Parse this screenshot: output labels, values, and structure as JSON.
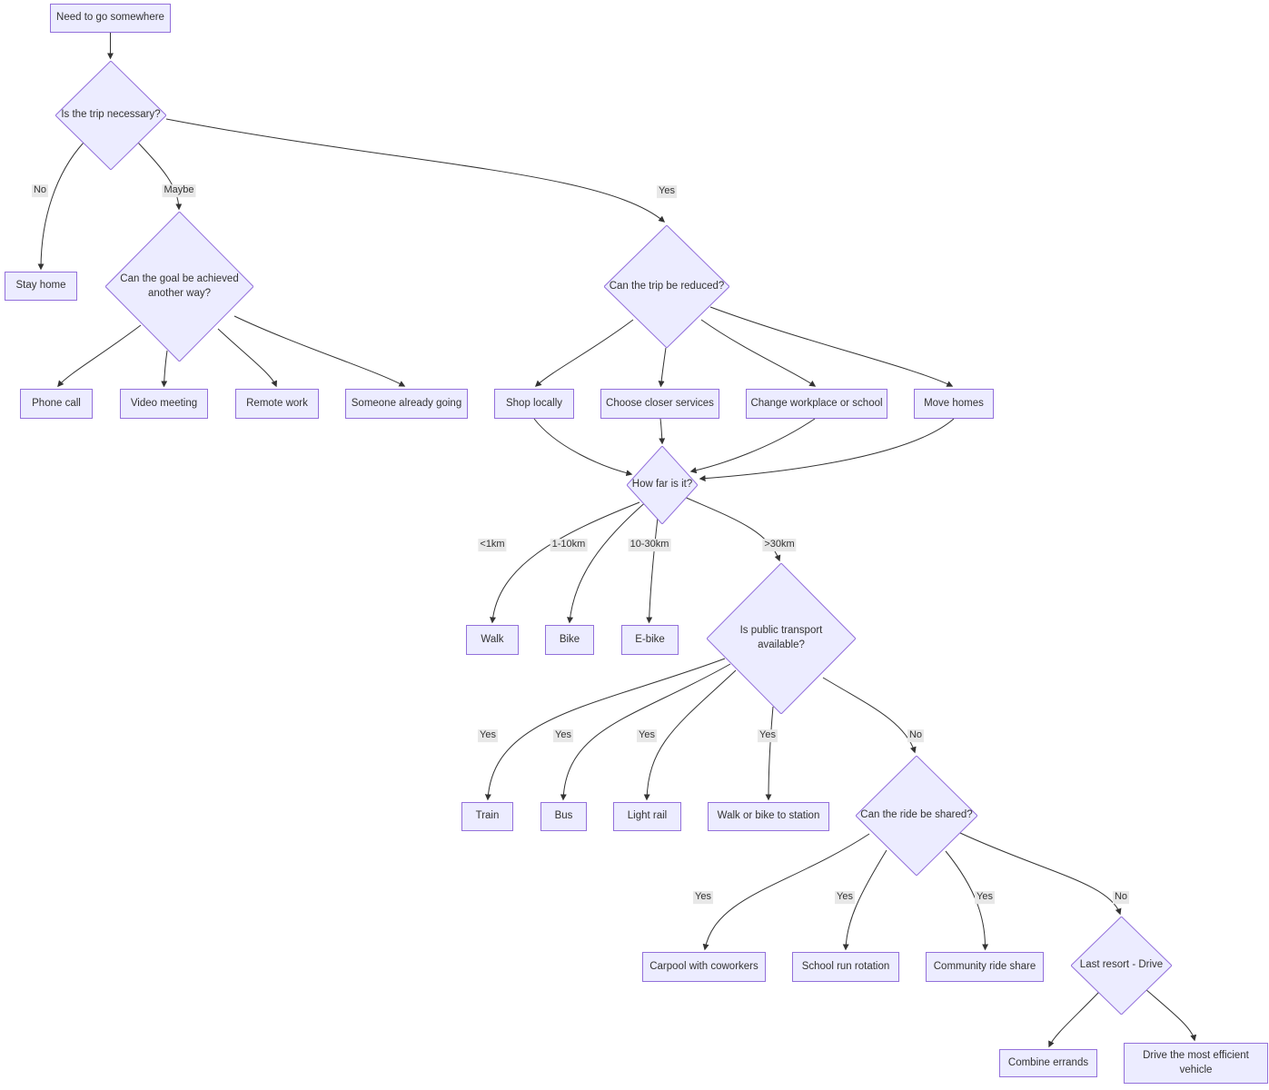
{
  "diagram": {
    "type": "flowchart",
    "colors": {
      "node_fill": "#ECECFF",
      "node_border": "#9370DB",
      "edge_color": "#333333",
      "text_color": "#333333",
      "edge_label_bg": "#e8e8e8",
      "background": "#ffffff"
    },
    "nodes": {
      "need": "Need to go somewhere",
      "trip_necessary": "Is the trip necessary?",
      "stay_home": "Stay home",
      "goal_another_way": "Can the goal be achieved another way?",
      "phone_call": "Phone call",
      "video_meeting": "Video meeting",
      "remote_work": "Remote work",
      "someone_going": "Someone already going",
      "trip_reduced": "Can the trip be reduced?",
      "shop_locally": "Shop locally",
      "closer_services": "Choose closer services",
      "change_workplace": "Change workplace or school",
      "move_homes": "Move homes",
      "how_far": "How far is it?",
      "walk": "Walk",
      "bike": "Bike",
      "ebike": "E-bike",
      "public_transport": "Is public transport available?",
      "train": "Train",
      "bus": "Bus",
      "light_rail": "Light rail",
      "walk_bike_station": "Walk or bike to station",
      "ride_shared": "Can the ride be shared?",
      "carpool": "Carpool with coworkers",
      "school_run": "School run rotation",
      "community_ride": "Community ride share",
      "last_resort": "Last resort - Drive",
      "combine_errands": "Combine errands",
      "efficient_vehicle": "Drive the most efficient vehicle"
    },
    "edges": [
      {
        "from": "need",
        "to": "trip_necessary",
        "label": ""
      },
      {
        "from": "trip_necessary",
        "to": "stay_home",
        "label": "No"
      },
      {
        "from": "trip_necessary",
        "to": "goal_another_way",
        "label": "Maybe"
      },
      {
        "from": "trip_necessary",
        "to": "trip_reduced",
        "label": "Yes"
      },
      {
        "from": "goal_another_way",
        "to": "phone_call",
        "label": ""
      },
      {
        "from": "goal_another_way",
        "to": "video_meeting",
        "label": ""
      },
      {
        "from": "goal_another_way",
        "to": "remote_work",
        "label": ""
      },
      {
        "from": "goal_another_way",
        "to": "someone_going",
        "label": ""
      },
      {
        "from": "trip_reduced",
        "to": "shop_locally",
        "label": ""
      },
      {
        "from": "trip_reduced",
        "to": "closer_services",
        "label": ""
      },
      {
        "from": "trip_reduced",
        "to": "change_workplace",
        "label": ""
      },
      {
        "from": "trip_reduced",
        "to": "move_homes",
        "label": ""
      },
      {
        "from": "shop_locally",
        "to": "how_far",
        "label": ""
      },
      {
        "from": "closer_services",
        "to": "how_far",
        "label": ""
      },
      {
        "from": "change_workplace",
        "to": "how_far",
        "label": ""
      },
      {
        "from": "move_homes",
        "to": "how_far",
        "label": ""
      },
      {
        "from": "how_far",
        "to": "walk",
        "label": "<1km"
      },
      {
        "from": "how_far",
        "to": "bike",
        "label": "1-10km"
      },
      {
        "from": "how_far",
        "to": "ebike",
        "label": "10-30km"
      },
      {
        "from": "how_far",
        "to": "public_transport",
        "label": ">30km"
      },
      {
        "from": "public_transport",
        "to": "train",
        "label": "Yes"
      },
      {
        "from": "public_transport",
        "to": "bus",
        "label": "Yes"
      },
      {
        "from": "public_transport",
        "to": "light_rail",
        "label": "Yes"
      },
      {
        "from": "public_transport",
        "to": "walk_bike_station",
        "label": "Yes"
      },
      {
        "from": "public_transport",
        "to": "ride_shared",
        "label": "No"
      },
      {
        "from": "ride_shared",
        "to": "carpool",
        "label": "Yes"
      },
      {
        "from": "ride_shared",
        "to": "school_run",
        "label": "Yes"
      },
      {
        "from": "ride_shared",
        "to": "community_ride",
        "label": "Yes"
      },
      {
        "from": "ride_shared",
        "to": "last_resort",
        "label": "No"
      },
      {
        "from": "last_resort",
        "to": "combine_errands",
        "label": ""
      },
      {
        "from": "last_resort",
        "to": "efficient_vehicle",
        "label": ""
      }
    ]
  }
}
